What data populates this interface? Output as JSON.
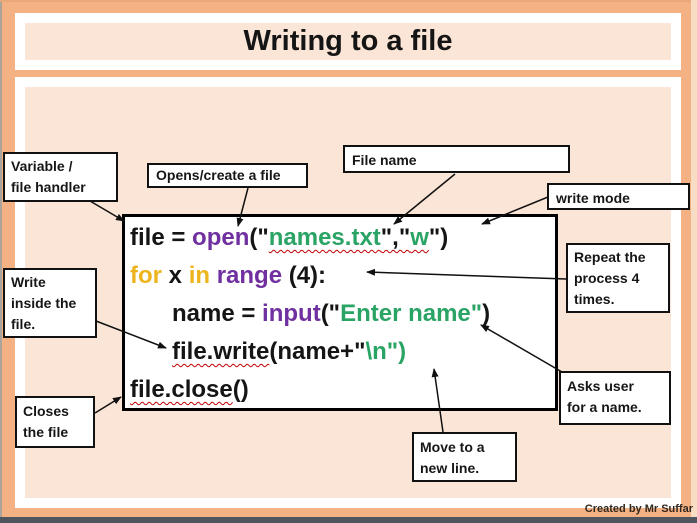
{
  "slide": {
    "title": "Writing to a file",
    "credit": "Created by Mr Suffar"
  },
  "colors": {
    "frame": "#f4b183",
    "panel": "#fbe5d6",
    "code_black": "#151515",
    "purple": "#7030a0",
    "green": "#2aa465",
    "gold": "#edb41e",
    "squiggle_red": "#c00000"
  },
  "code": {
    "lines": [
      {
        "indent": false,
        "segments": [
          {
            "t": "file = ",
            "c": "black"
          },
          {
            "t": "open",
            "c": "purple"
          },
          {
            "t": "(\"",
            "c": "black"
          },
          {
            "t": "names.txt",
            "c": "green",
            "sq": true
          },
          {
            "t": "\",\"",
            "c": "black",
            "sq": true
          },
          {
            "t": "w",
            "c": "green",
            "sq": true
          },
          {
            "t": "\")",
            "c": "black"
          }
        ]
      },
      {
        "indent": false,
        "segments": [
          {
            "t": "for ",
            "c": "gold"
          },
          {
            "t": "x ",
            "c": "black"
          },
          {
            "t": "in ",
            "c": "gold"
          },
          {
            "t": "range ",
            "c": "purple"
          },
          {
            "t": "(4):",
            "c": "black"
          }
        ]
      },
      {
        "indent": true,
        "segments": [
          {
            "t": "name = ",
            "c": "black"
          },
          {
            "t": "input",
            "c": "purple"
          },
          {
            "t": "(\"",
            "c": "black"
          },
          {
            "t": "Enter name",
            "c": "green"
          },
          {
            "t": "\"",
            "c": "green"
          },
          {
            "t": ")",
            "c": "black"
          }
        ]
      },
      {
        "indent": true,
        "segments": [
          {
            "t": "file.write",
            "c": "black",
            "sq": true
          },
          {
            "t": "(name+\"",
            "c": "black"
          },
          {
            "t": "\\n",
            "c": "green"
          },
          {
            "t": "\")",
            "c": "green"
          }
        ]
      },
      {
        "indent": false,
        "segments": [
          {
            "t": "file.close",
            "c": "black",
            "sq": true
          },
          {
            "t": "()",
            "c": "black"
          }
        ]
      }
    ]
  },
  "callouts": [
    {
      "id": "variable-file-handler",
      "text": "Variable /\nfile handler"
    },
    {
      "id": "opens-create-file",
      "text": "Opens/create a file"
    },
    {
      "id": "file-name",
      "text": "File name"
    },
    {
      "id": "write-mode",
      "text": "write mode"
    },
    {
      "id": "repeat-process",
      "text": "Repeat the\nprocess 4\ntimes."
    },
    {
      "id": "write-inside-file",
      "text": "Write\ninside the\nfile."
    },
    {
      "id": "asks-user-name",
      "text": "Asks user\nfor a name."
    },
    {
      "id": "closes-file",
      "text": "Closes\nthe file"
    },
    {
      "id": "move-new-line",
      "text": "Move to a\nnew line."
    }
  ]
}
